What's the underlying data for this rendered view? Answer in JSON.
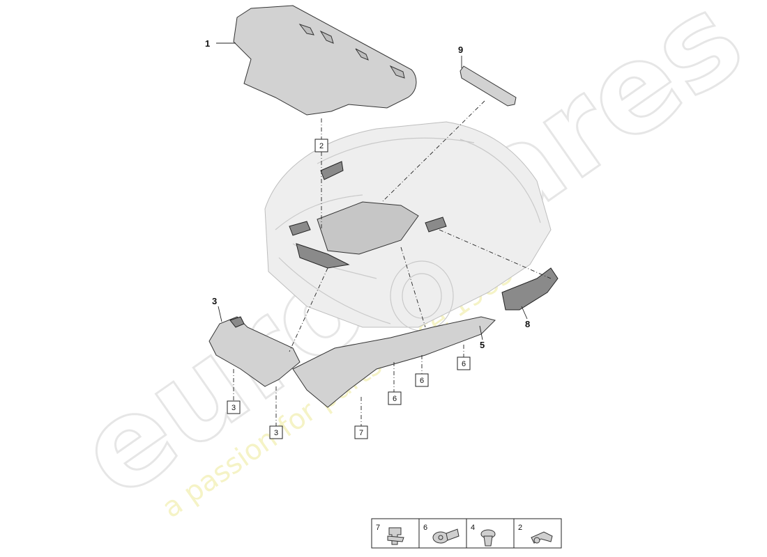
{
  "watermark": {
    "brand": "eurospares",
    "tagline": "a passion for parts since 1985"
  },
  "callouts": [
    {
      "id": "c1",
      "text": "1",
      "boxed": false
    },
    {
      "id": "c9",
      "text": "9",
      "boxed": false
    },
    {
      "id": "c2",
      "text": "2",
      "boxed": true
    },
    {
      "id": "c3top",
      "text": "3",
      "boxed": false
    },
    {
      "id": "c8",
      "text": "8",
      "boxed": false
    },
    {
      "id": "c5",
      "text": "5",
      "boxed": false
    },
    {
      "id": "c6a",
      "text": "6",
      "boxed": true
    },
    {
      "id": "c6b",
      "text": "6",
      "boxed": true
    },
    {
      "id": "c6c",
      "text": "6",
      "boxed": true
    },
    {
      "id": "c3a",
      "text": "3",
      "boxed": true
    },
    {
      "id": "c3b",
      "text": "3",
      "boxed": true
    },
    {
      "id": "c7",
      "text": "7",
      "boxed": true
    }
  ],
  "legend": {
    "items": [
      {
        "number": "7",
        "icon": "push-clip-icon"
      },
      {
        "number": "6",
        "icon": "expansion-rivet-icon"
      },
      {
        "number": "4",
        "icon": "screw-icon"
      },
      {
        "number": "2",
        "icon": "spring-clip-icon"
      }
    ]
  }
}
